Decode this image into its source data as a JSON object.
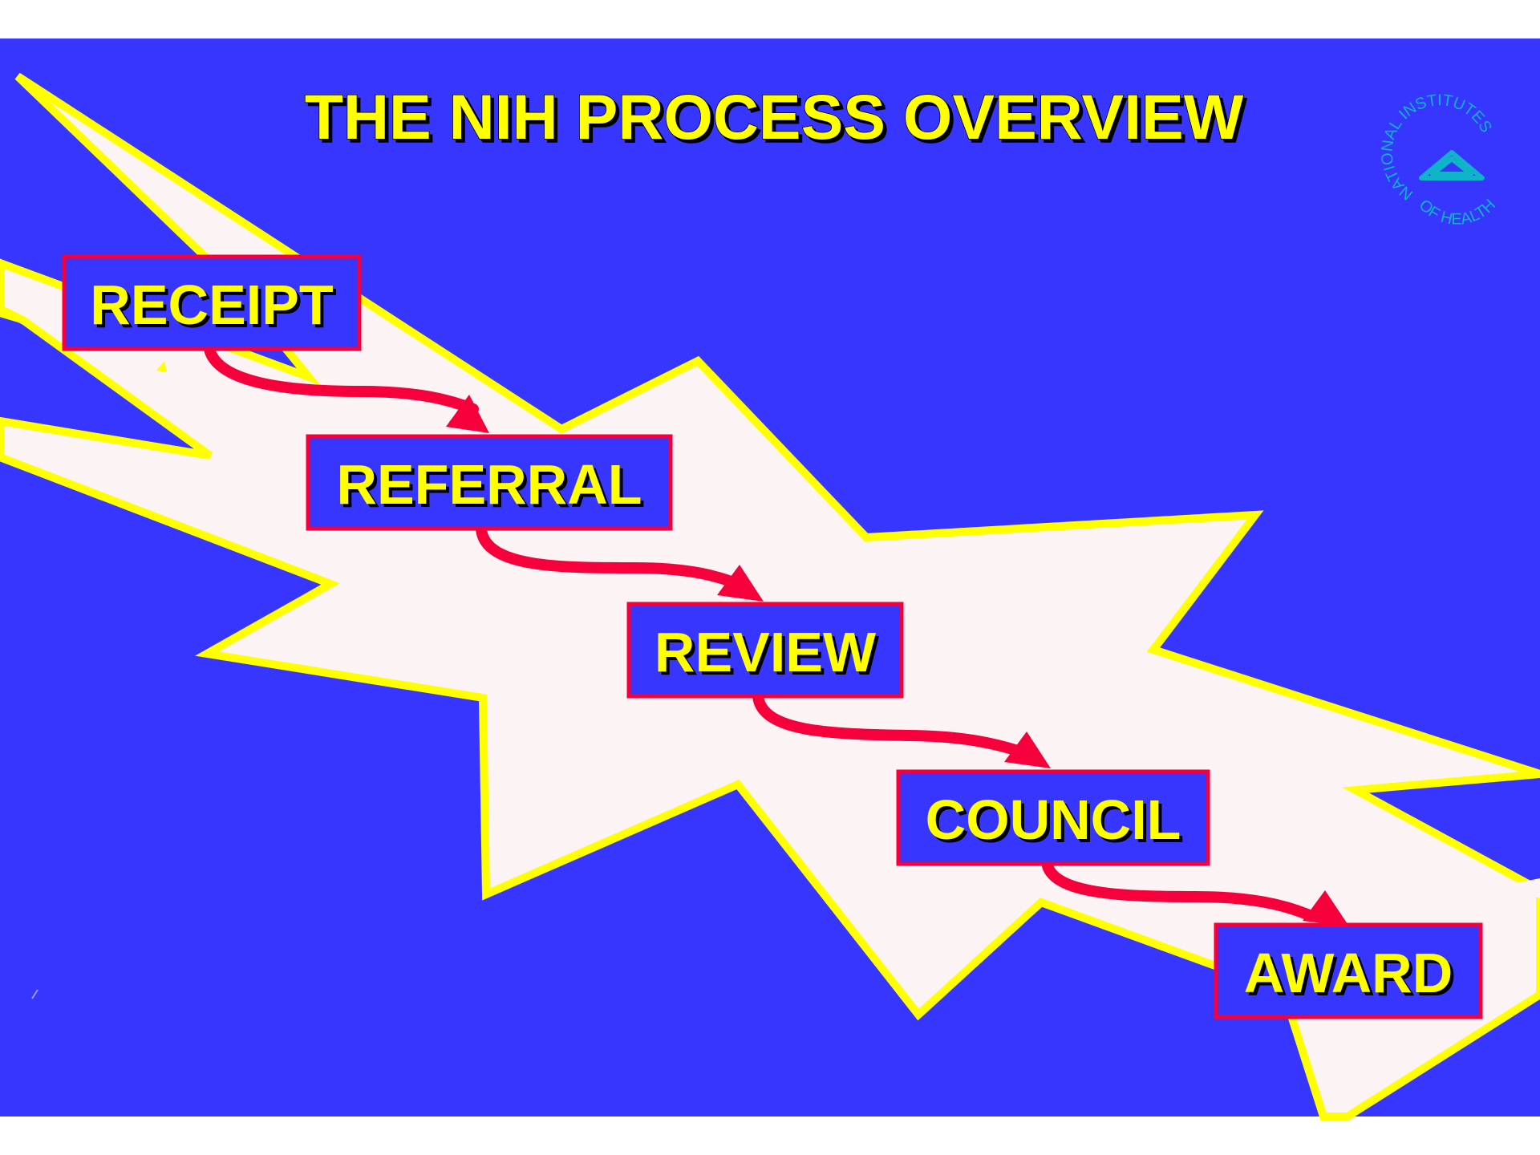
{
  "title": "THE NIH PROCESS OVERVIEW",
  "steps": [
    {
      "label": "RECEIPT"
    },
    {
      "label": "REFERRAL"
    },
    {
      "label": "REVIEW"
    },
    {
      "label": "COUNCIL"
    },
    {
      "label": "AWARD"
    }
  ],
  "seal": {
    "top_text": "NATIONAL INSTITUTES",
    "bottom_text": "OF HEALTH"
  },
  "colors": {
    "background": "#3636FF",
    "burst_fill": "#FCF3F5",
    "burst_outline": "#FFFF00",
    "box_fill": "#3636FF",
    "box_border": "#F5003A",
    "arrow": "#F5003A",
    "text": "#FFFF00",
    "text_shadow": "#000000",
    "seal": "#10B4C8"
  }
}
